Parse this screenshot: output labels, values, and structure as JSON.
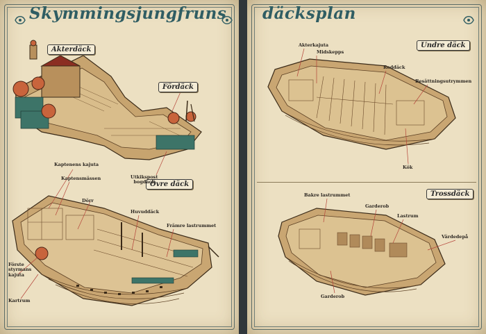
{
  "title_left": "Skymmingsjungfruns",
  "title_right": "däcksplan",
  "sections": {
    "akterdack": "Akterdäck",
    "fordack": "Fördäck",
    "ovre_dack": "Övre däck",
    "undre_dack": "Undre däck",
    "trossdack": "Trossdäck"
  },
  "labels_left": {
    "utkikspost": "Utkikspost\nbogdäck",
    "kaptenens_kajuta": "Kaptenens kajuta",
    "kaptensmassen": "Kaptensmässen",
    "dorr": "Dörr",
    "huvuddack": "Huvuddäck",
    "framre_lastrummet": "Främre lastrummet",
    "forste_styrmans": "Förste\nstyrmans\nkajuta",
    "kartrum": "Kartrum"
  },
  "labels_right": {
    "akterkajuta": "Akterkajuta",
    "midskepps": "Midskepps",
    "roddack": "Roddäck",
    "besattning": "Besättningsutrymmen",
    "kok": "Kök",
    "bakre_lastrummet": "Bakre lastrummet",
    "garderob_top": "Garderob",
    "lastrum": "Lastrum",
    "vardedepa": "Värdedepå",
    "garderob_bottom": "Garderob"
  },
  "colors": {
    "parchment": "#ece0c2",
    "title": "#2f5d63",
    "wood": "#b08a5a",
    "wood_dark": "#6b4a2a",
    "teal": "#3d7468",
    "dome": "#c8643c",
    "binding": "#30363a"
  }
}
